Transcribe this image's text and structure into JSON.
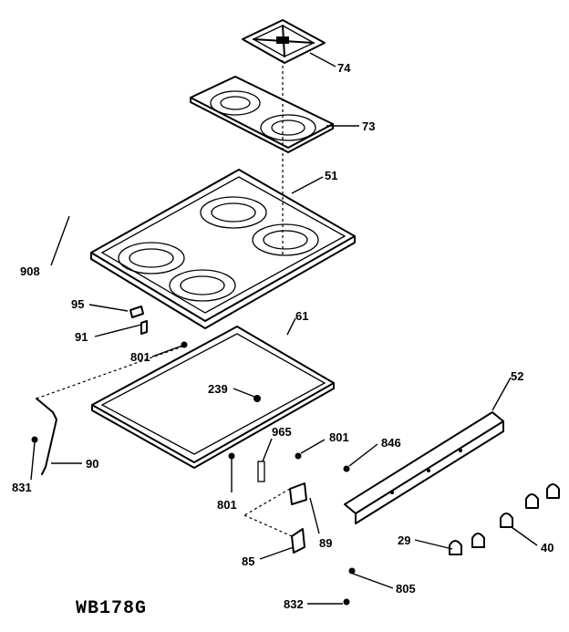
{
  "model_code": "WB178G",
  "callouts": {
    "grate": "74",
    "cooktop_insert": "73",
    "main_top": "51",
    "top_frame": "908",
    "clip_95": "95",
    "bracket_91": "91",
    "screw_801_a": "801",
    "lower_panel": "61",
    "plug_239": "239",
    "spring_965": "965",
    "screw_801_b": "801",
    "screw_801_c": "801",
    "hinge_bracket_89": "89",
    "bracket_85": "85",
    "support_rod_90": "90",
    "screw_831": "831",
    "control_panel": "52",
    "screw_846": "846",
    "knob_29": "29",
    "knob_40": "40",
    "screw_805": "805",
    "screw_832": "832"
  }
}
